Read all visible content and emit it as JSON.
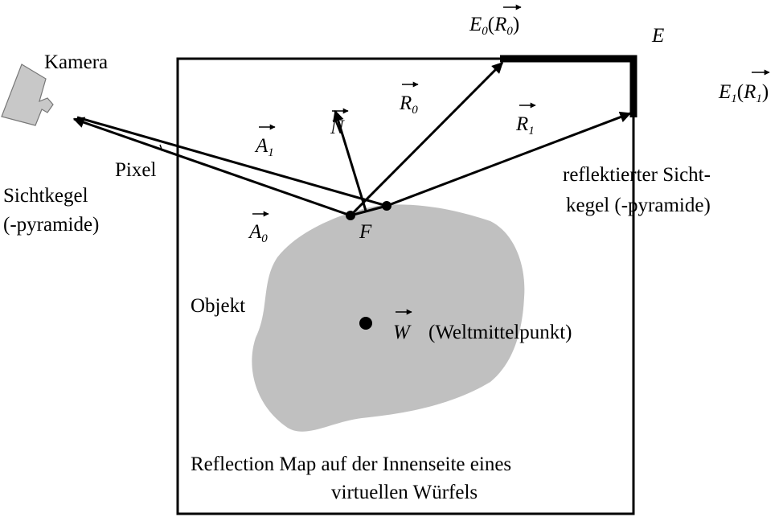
{
  "labels": {
    "kamera": "Kamera",
    "pixel": "Pixel",
    "sichtkegel_line1": "Sichtkegel",
    "sichtkegel_line2": "(-pyramide)",
    "objekt": "Objekt",
    "weltmittelpunkt": "(Weltmittelpunkt)",
    "reflektiert_line1": "reflektierter Sicht-",
    "reflektiert_line2": "kegel (-pyramide)",
    "caption_line1": "Reflection Map auf der Innenseite eines",
    "caption_line2": "virtuellen Würfels",
    "surface_point": "F",
    "environment": "E"
  },
  "vectors": {
    "normal": {
      "symbol": "N"
    },
    "a0": {
      "symbol": "A",
      "subscript": "0"
    },
    "a1": {
      "symbol": "A",
      "subscript": "1"
    },
    "r0": {
      "symbol": "R",
      "subscript": "0"
    },
    "r1": {
      "symbol": "R",
      "subscript": "1"
    },
    "w": {
      "symbol": "W"
    },
    "e0": {
      "symbol": "E",
      "subscript": "0",
      "arg_symbol": "R",
      "arg_subscript": "0"
    },
    "e1": {
      "symbol": "E",
      "subscript": "1",
      "arg_symbol": "R",
      "arg_subscript": "1"
    }
  },
  "colors": {
    "ink": "#000000",
    "object_fill": "#c0c0c0",
    "camera_fill": "#c8c8c8",
    "camera_stroke": "#777777"
  }
}
